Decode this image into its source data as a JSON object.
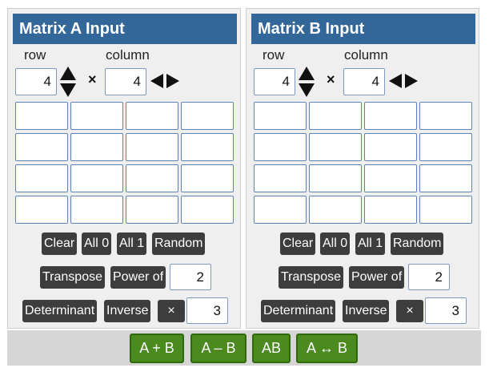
{
  "matrix_a": {
    "title": "Matrix A Input",
    "row_label": "row",
    "column_label": "column",
    "rows": "4",
    "columns": "4",
    "times_symbol": "×",
    "buttons": {
      "clear": "Clear",
      "all0": "All 0",
      "all1": "All 1",
      "random": "Random",
      "transpose": "Transpose",
      "power_of": "Power of",
      "determinant": "Determinant",
      "inverse": "Inverse",
      "scalar": "×"
    },
    "power_value": "2",
    "scalar_value": "3"
  },
  "matrix_b": {
    "title": "Matrix B Input",
    "row_label": "row",
    "column_label": "column",
    "rows": "4",
    "columns": "4",
    "times_symbol": "×",
    "buttons": {
      "clear": "Clear",
      "all0": "All 0",
      "all1": "All 1",
      "random": "Random",
      "transpose": "Transpose",
      "power_of": "Power of",
      "determinant": "Determinant",
      "inverse": "Inverse",
      "scalar": "×"
    },
    "power_value": "2",
    "scalar_value": "3"
  },
  "operations": {
    "add": "A + B",
    "subtract": "A – B",
    "multiply": "AB",
    "swap": "A ↔ B"
  },
  "colors": {
    "header": "#336699",
    "button_dark": "#3d3d3d",
    "button_green": "#4a8a1f"
  }
}
